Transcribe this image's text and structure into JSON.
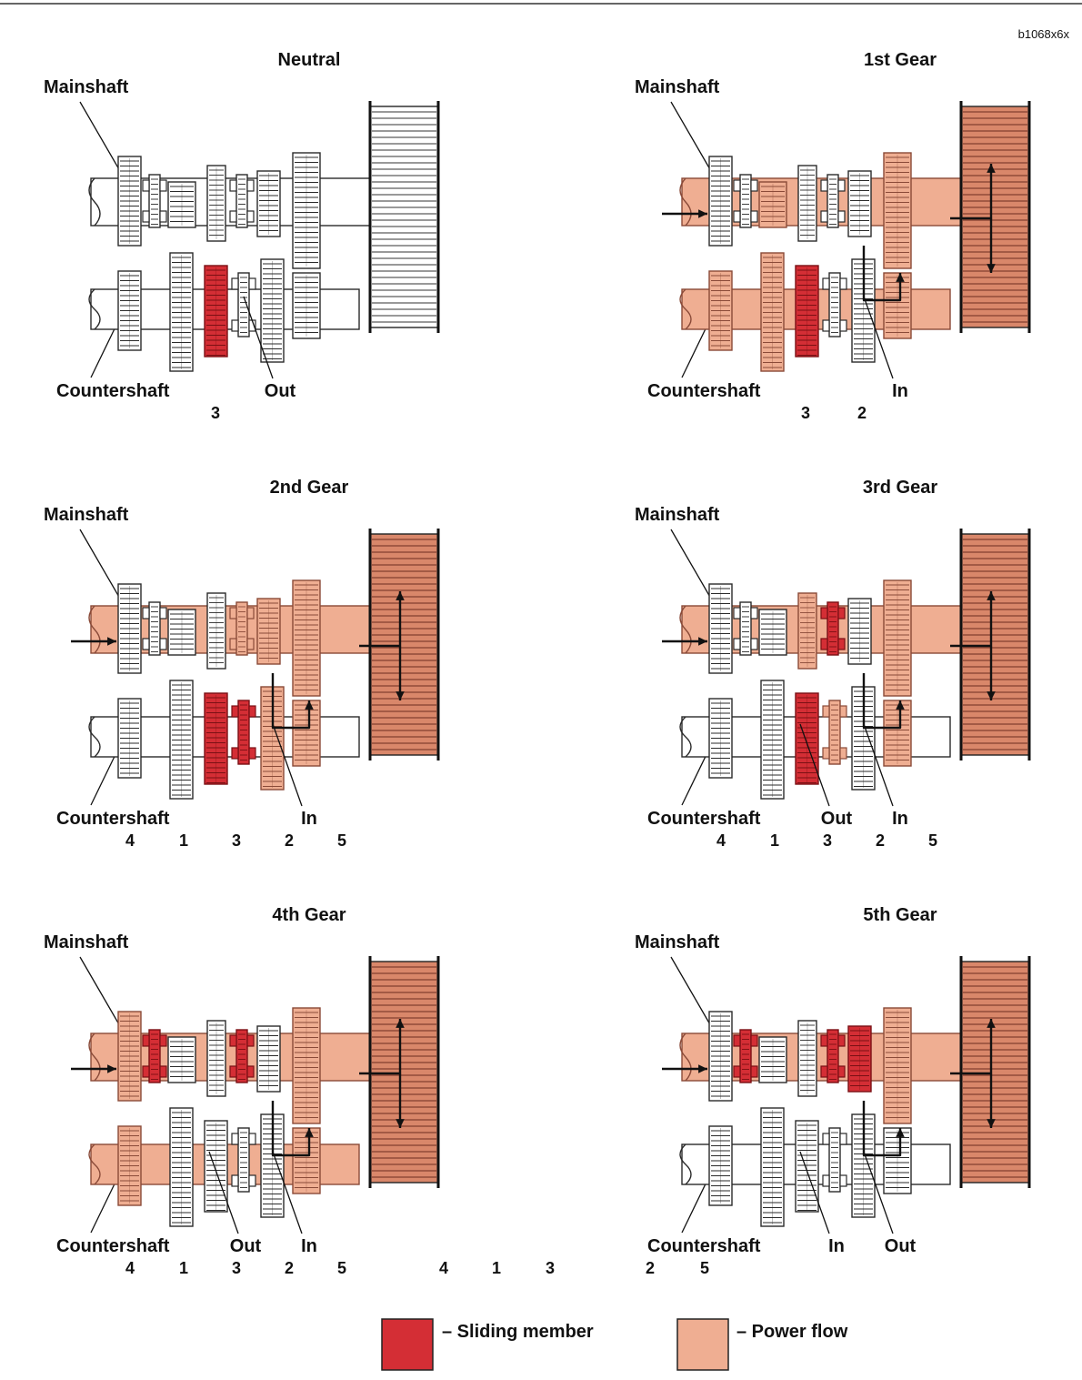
{
  "figure_code": "b1068x6x",
  "colors": {
    "sliding": "#d42e35",
    "sliding_line": "#7a1014",
    "power": "#efae92",
    "power_line": "#8a4a38",
    "plain": "#ffffff",
    "line": "#2a2a2a"
  },
  "panels": [
    {
      "title": "Neutral",
      "mainshaft": "Mainshaft",
      "countershaft": "Countershaft",
      "numbers": [
        "3"
      ],
      "callouts": [
        "Out"
      ]
    },
    {
      "title": "1st Gear",
      "mainshaft": "Mainshaft",
      "countershaft": "Countershaft",
      "numbers": [
        "3",
        "2"
      ],
      "callouts": [
        "In"
      ]
    },
    {
      "title": "2nd Gear",
      "mainshaft": "Mainshaft",
      "countershaft": "Countershaft",
      "numbers": [
        "4",
        "1",
        "3",
        "2",
        "5"
      ],
      "callouts": [
        "In"
      ]
    },
    {
      "title": "3rd Gear",
      "mainshaft": "Mainshaft",
      "countershaft": "Countershaft",
      "numbers": [
        "4",
        "1",
        "3",
        "2",
        "5"
      ],
      "callouts": [
        "In",
        "Out"
      ]
    },
    {
      "title": "4th Gear",
      "mainshaft": "Mainshaft",
      "countershaft": "Countershaft",
      "numbers": [
        "4",
        "1",
        "3",
        "2",
        "5",
        "4",
        "1",
        "3"
      ],
      "callouts": [
        "In",
        "Out"
      ]
    },
    {
      "title": "5th Gear",
      "mainshaft": "Mainshaft",
      "countershaft": "Countershaft",
      "numbers": [
        "2",
        "5"
      ],
      "callouts": [
        "Out",
        "In"
      ]
    }
  ],
  "legend": {
    "sliding_label": "– Sliding member",
    "power_label": "– Power flow"
  }
}
